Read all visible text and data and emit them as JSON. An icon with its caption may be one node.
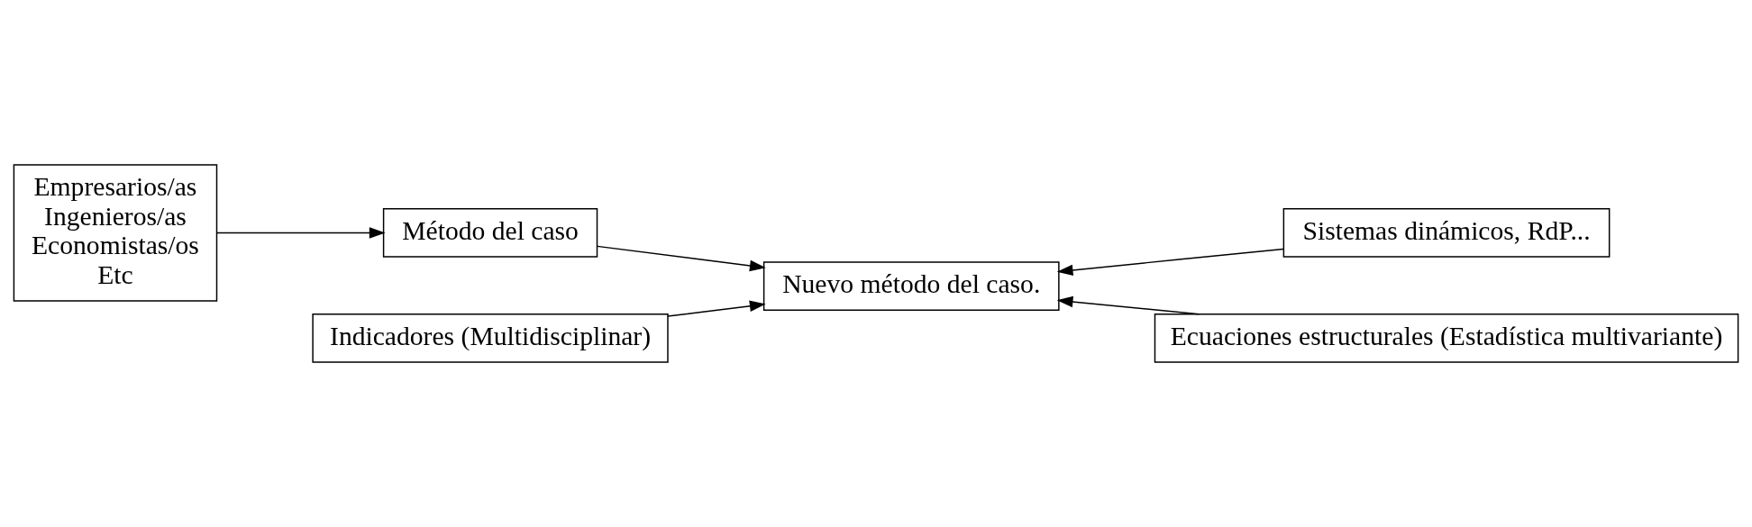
{
  "diagram": {
    "nodes": [
      {
        "text": [
          "Empresarios/as",
          "Ingenieros/as",
          "Economistas/os",
          "Etc"
        ]
      },
      {
        "text": [
          "Método del caso"
        ]
      },
      {
        "text": [
          "Sistemas dinámicos, RdP..."
        ]
      },
      {
        "text": [
          "Nuevo método del caso."
        ]
      },
      {
        "text": [
          "Indicadores (Multidisciplinar)"
        ]
      },
      {
        "text": [
          "Ecuaciones estructurales (Estadística multivariante)"
        ]
      }
    ],
    "edges": [
      {
        "from": 0,
        "to": 1,
        "arrow": "to"
      },
      {
        "from": 1,
        "to": 3,
        "arrow": "to"
      },
      {
        "from": 2,
        "to": 3,
        "arrow": "to"
      },
      {
        "from": 4,
        "to": 3,
        "arrow": "to"
      },
      {
        "from": 5,
        "to": 3,
        "arrow": "to"
      }
    ]
  }
}
